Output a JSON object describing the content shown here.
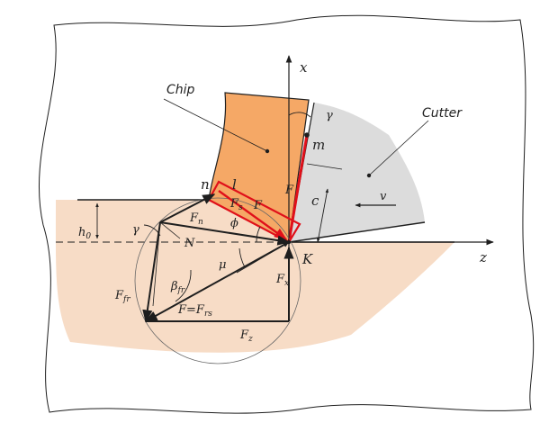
{
  "colors": {
    "workpiece_fill": "#f7dcc6",
    "chip_fill": "#f5a866",
    "cutter_fill": "#dcdcdc",
    "red_accent": "#e0101a",
    "line": "#1e1e1e"
  },
  "captions": {
    "chip": "Chip",
    "cutter": "Cutter"
  },
  "labels": {
    "x_axis": "x",
    "z_axis": "z",
    "gamma_rake": "γ",
    "gamma_left": "γ",
    "point_m": "m",
    "point_n": "n",
    "point_k": "K",
    "length_l": "l",
    "length_c": "c",
    "velocity": "v",
    "h0_main": "h",
    "h0_sub": "0",
    "phi": "ϕ",
    "mu": "μ",
    "N": "N",
    "F_main": "F",
    "Fs_sub": "s",
    "Fn_sub": "n",
    "Ffr_sub": "fr",
    "Fx_sub": "x",
    "Fz_sub": "z",
    "F_eq": "F=F",
    "F_eq_sub": "rs",
    "beta_main": "β",
    "beta_sub": "fr"
  }
}
